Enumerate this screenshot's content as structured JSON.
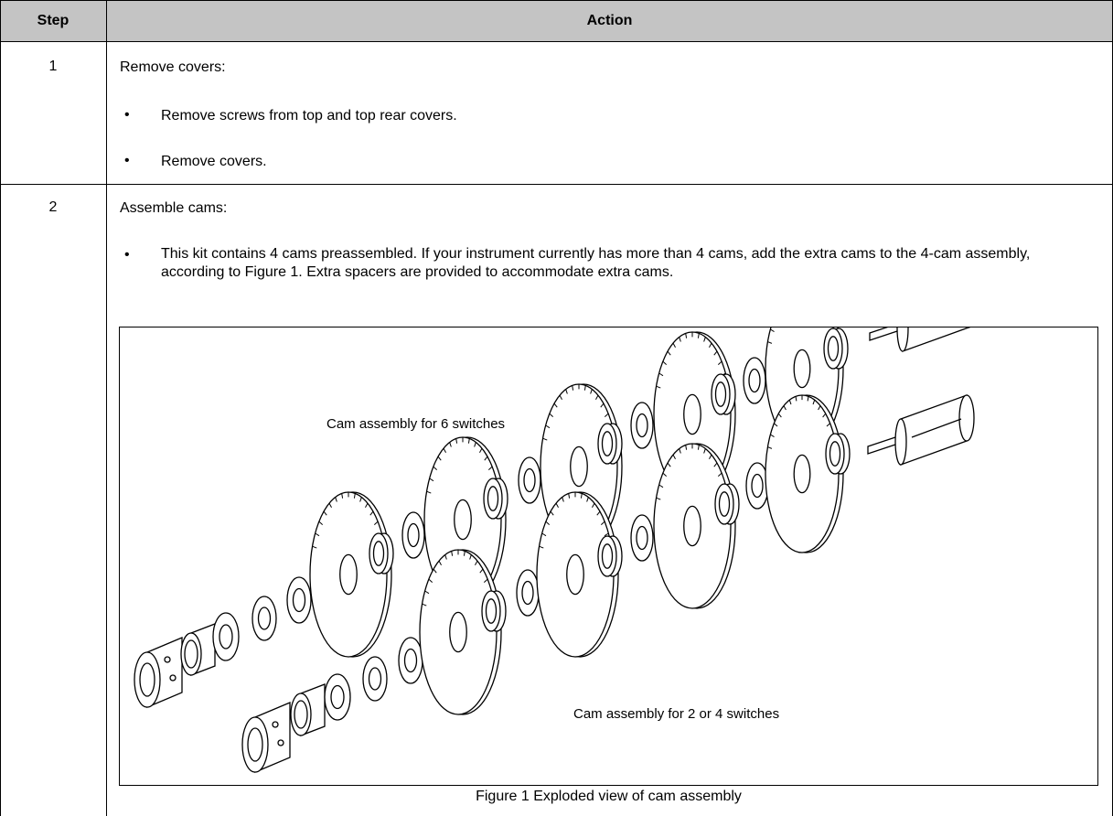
{
  "header": {
    "step": "Step",
    "action": "Action"
  },
  "rows": [
    {
      "step": "1",
      "title": "Remove covers:",
      "bullets": [
        "Remove screws from top and top rear covers.",
        "Remove covers."
      ]
    },
    {
      "step": "2",
      "title": "Assemble cams:",
      "bullets": [
        "This kit contains 4 cams preassembled.  If your instrument currently has more than 4 cams, add the extra cams to the 4-cam assembly, according to Figure 1.  Extra spacers are provided to accommodate extra cams."
      ]
    }
  ],
  "bullet_glyph": "•",
  "figure": {
    "label_six": "Cam  assembly for 6 switches",
    "label_two_four": "Cam  assembly for 2 or 4 switches",
    "caption": "Figure 1  Exploded view of cam assembly"
  }
}
